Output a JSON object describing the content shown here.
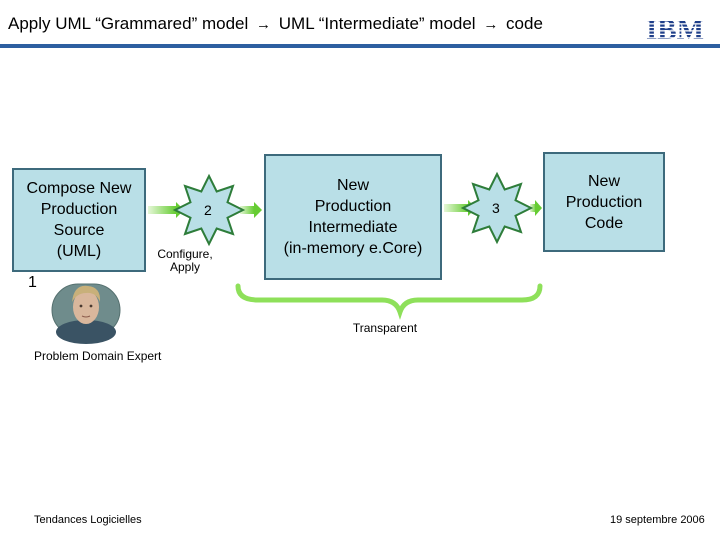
{
  "header": {
    "title_part1": "Apply UML “Grammared” model",
    "title_part2": "UML “Intermediate” model",
    "title_part3": "code",
    "arrow_glyph": "→",
    "logo_text": "IBM"
  },
  "diagram": {
    "box_source": "Compose New\nProduction\nSource\n(UML)",
    "step1": "1",
    "step2": "2",
    "step2_caption": "Configure,\nApply",
    "box_intermediate": "New\nProduction\nIntermediate\n(in-memory e.Core)",
    "step3": "3",
    "box_code": "New\nProduction\nCode",
    "brace_label": "Transparent",
    "expert_label": "Problem Domain Expert"
  },
  "footer": {
    "left": "Tendances Logicielles",
    "right": "19 septembre 2006"
  },
  "colors": {
    "rule": "#2d5fa0",
    "box_fill": "#b9dfe7",
    "box_border": "#3d6a7c",
    "star_fill": "#b9dfe7",
    "star_border": "#2e7d3a",
    "arrow_green": "#66cc33",
    "brace": "#8ee05a"
  }
}
